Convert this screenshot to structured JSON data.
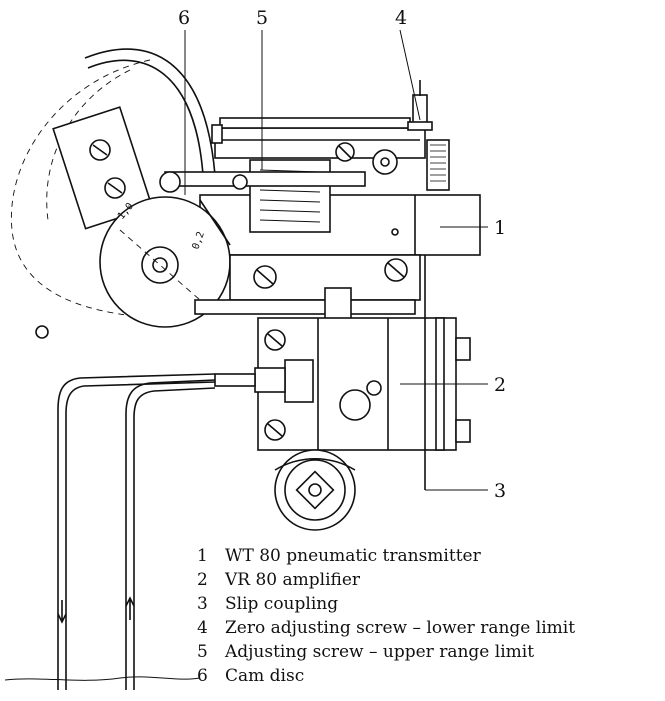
{
  "callouts": {
    "c1": "1",
    "c2": "2",
    "c3": "3",
    "c4": "4",
    "c5": "5",
    "c6": "6"
  },
  "dial_marks": {
    "upper": "1,0",
    "lower": "0,2"
  },
  "legend": [
    {
      "num": "1",
      "text": "WT 80 pneumatic transmitter"
    },
    {
      "num": "2",
      "text": "VR 80 amplifier"
    },
    {
      "num": "3",
      "text": "Slip coupling"
    },
    {
      "num": "4",
      "text": "Zero adjusting screw – lower range limit"
    },
    {
      "num": "5",
      "text": "Adjusting screw – upper range limit"
    },
    {
      "num": "6",
      "text": "Cam disc"
    }
  ]
}
